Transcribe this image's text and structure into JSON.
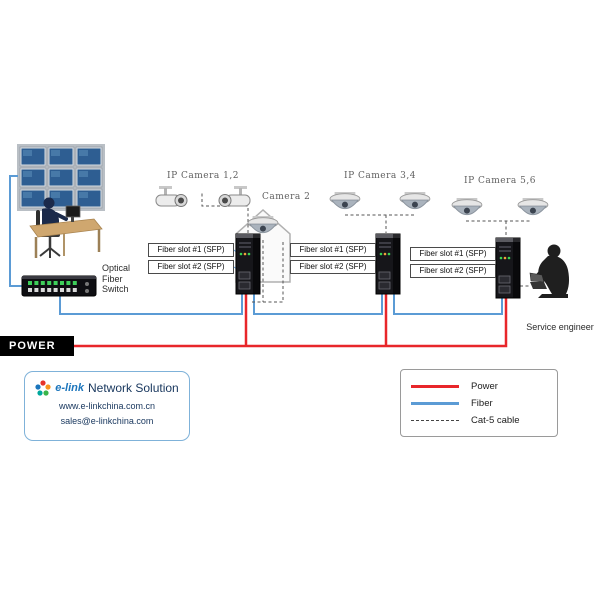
{
  "diagram": {
    "power_label": "POWER",
    "switch_label": [
      "Optical",
      "Fiber",
      "Switch"
    ],
    "camera_labels": {
      "group1": "IP Camera 1,2",
      "camera2": "Camera 2",
      "group2": "IP Camera 3,4",
      "group3": "IP Camera 5,6"
    },
    "converters": [
      {
        "slot1": "Fiber slot #1 (SFP)",
        "slot2": "Fiber slot #2 (SFP)"
      },
      {
        "slot1": "Fiber slot #1 (SFP)",
        "slot2": "Fiber slot #2 (SFP)"
      },
      {
        "slot1": "Fiber slot #1 (SFP)",
        "slot2": "Fiber slot #2 (SFP)"
      }
    ],
    "service_engineer": "Service engineer"
  },
  "legend": {
    "items": [
      {
        "label": "Power",
        "color": "#e8262a",
        "style": "solid"
      },
      {
        "label": "Fiber",
        "color": "#5b9bd5",
        "style": "solid"
      },
      {
        "label": "Cat-5 cable",
        "color": "#444444",
        "style": "dashed"
      }
    ]
  },
  "company": {
    "brand": "e-link",
    "name": "Network Solution",
    "website": "www.e-linkchina.com.cn",
    "email": "sales@e-linkchina.com"
  }
}
